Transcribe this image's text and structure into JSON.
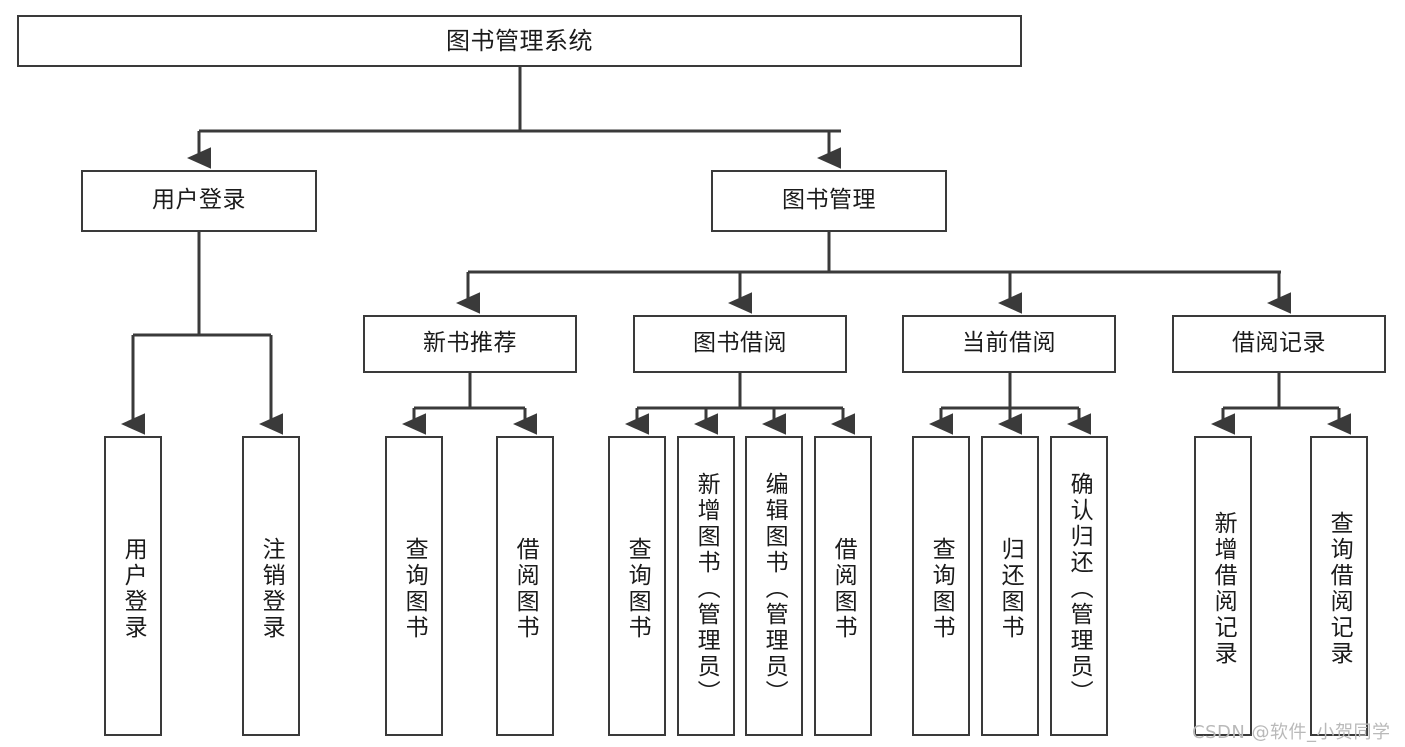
{
  "diagram": {
    "type": "tree",
    "title": "图书管理系统",
    "watermark": "CSDN @软件_小贺同学",
    "colors": {
      "stroke": "#3a3a3a",
      "fill": "#ffffff",
      "text": "#1b1b1b",
      "watermark": "#b9b9b9"
    },
    "nodes": {
      "root": {
        "label": "图书管理系统"
      },
      "l2": [
        {
          "label": "用户登录"
        },
        {
          "label": "图书管理"
        }
      ],
      "l3": [
        {
          "label": "新书推荐"
        },
        {
          "label": "图书借阅"
        },
        {
          "label": "当前借阅"
        },
        {
          "label": "借阅记录"
        }
      ],
      "leaves": {
        "user_login": [
          {
            "label": "用户登录"
          },
          {
            "label": "注销登录"
          }
        ],
        "new_book": [
          {
            "label": "查询图书"
          },
          {
            "label": "借阅图书"
          }
        ],
        "borrow": [
          {
            "label": "查询图书"
          },
          {
            "label": "新增图书（管理员）"
          },
          {
            "label": "编辑图书（管理员）"
          },
          {
            "label": "借阅图书"
          }
        ],
        "current": [
          {
            "label": "查询图书"
          },
          {
            "label": "归还图书"
          },
          {
            "label": "确认归还（管理员）"
          }
        ],
        "records": [
          {
            "label": "新增借阅记录"
          },
          {
            "label": "查询借阅记录"
          }
        ]
      }
    }
  }
}
